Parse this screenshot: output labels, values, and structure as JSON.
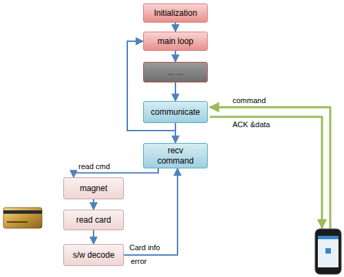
{
  "diagram": {
    "nodes": [
      {
        "text": [
          "Initialization"
        ]
      },
      {
        "text": [
          "main loop"
        ]
      },
      {
        "text": [
          "... ..."
        ]
      },
      {
        "text": [
          "communicate"
        ]
      },
      {
        "text": [
          "recv command"
        ]
      },
      {
        "text": [
          "magnet"
        ]
      },
      {
        "text": [
          "read card"
        ]
      },
      {
        "text": [
          "s/w decode"
        ]
      }
    ],
    "edges": [
      {
        "from": 0,
        "to": 1,
        "arrow": "to"
      },
      {
        "from": 1,
        "to": 2,
        "arrow": "to"
      },
      {
        "from": 2,
        "to": 3,
        "arrow": "to"
      },
      {
        "from": 3,
        "to": 4,
        "arrow": "to"
      },
      {
        "from": 3,
        "to": 1,
        "arrow": "to"
      },
      {
        "from": 4,
        "to": 5,
        "label": "read cmd",
        "arrow": "to"
      },
      {
        "from": 5,
        "to": 6,
        "arrow": "to"
      },
      {
        "from": 6,
        "to": 7,
        "arrow": "to"
      },
      {
        "from": 7,
        "to": 4,
        "label": "Card info",
        "arrow": "to"
      }
    ],
    "labels": [
      "error",
      "command",
      "ACK &data"
    ]
  }
}
